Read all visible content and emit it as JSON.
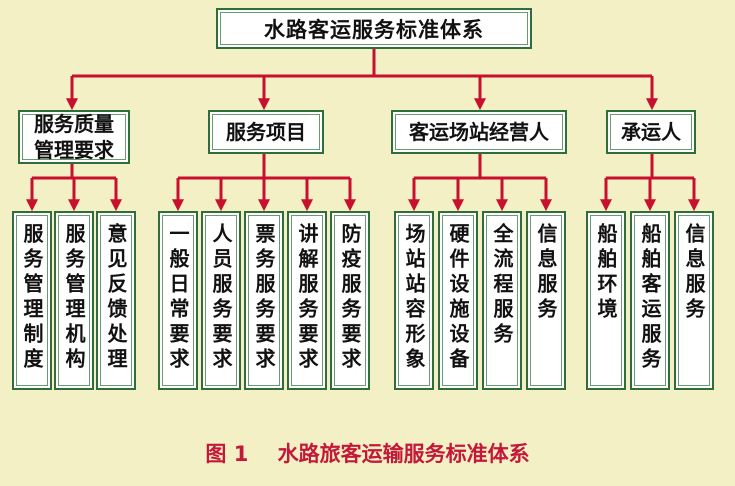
{
  "title": "水路客运服务标准体系",
  "caption": "图 1    水路旅客运输服务标准体系",
  "colors": {
    "background": "#f2f0c4",
    "connector": "#c8102e",
    "box_border": "#2f6e3a",
    "caption": "#c4183a"
  },
  "categories": [
    {
      "label": "服务质量\n管理要求",
      "children": [
        "服务管理制度",
        "服务管理机构",
        "意见反馈处理"
      ]
    },
    {
      "label": "服务项目",
      "children": [
        "一般日常要求",
        "人员服务要求",
        "票务服务要求",
        "讲解服务要求",
        "防疫服务要求"
      ]
    },
    {
      "label": "客运场站经营人",
      "children": [
        "场站站容形象",
        "硬件设施设备",
        "全流程服务",
        "信息服务"
      ]
    },
    {
      "label": "承运人",
      "children": [
        "船舶环境",
        "船舶客运服务",
        "信息服务"
      ]
    }
  ]
}
